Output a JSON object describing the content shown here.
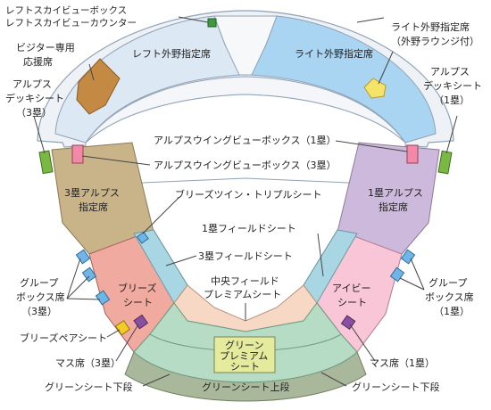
{
  "colors": {
    "outfield_left": "#dce8f3",
    "outfield_right": "#a9d4f2",
    "upper_ring": "#eef1f6",
    "alps_3b": "#c9b48a",
    "alps_1b": "#cdb9dc",
    "breeze": "#f1aaa0",
    "ivy": "#f8c6d6",
    "field_strip": "#a8d6e2",
    "premium_field": "#f6d8c4",
    "green_lower": "#b6dcc5",
    "green_upper": "#a9b79b",
    "green_premium": "#e4eb9d",
    "visitor": "#c48a44",
    "right_lounge": "#f6e46a",
    "box_pink": "#f08aa8",
    "box_blue": "#6fb5e8",
    "box_purple": "#8a4fa0",
    "box_yellow": "#f2cc22",
    "deck_green": "#79b943"
  },
  "labels": {
    "left_skyview_box": "レフトスカイビューボックス",
    "left_skyview_counter": "レフトスカイビューカウンター",
    "left_outfield": "レフト外野指定席",
    "right_outfield": "ライト外野指定席",
    "right_lounge_line1": "ライト外野指定席",
    "right_lounge_line2": "（外野ラウンジ付）",
    "visitor_line1": "ビジター専用",
    "visitor_line2": "応援席",
    "alps_deck_3b_line1": "アルプス",
    "alps_deck_3b_line2": "デッキシート",
    "alps_deck_3b_line3": "（3塁）",
    "alps_deck_1b_line1": "アルプス",
    "alps_deck_1b_line2": "デッキシート",
    "alps_deck_1b_line3": "（1塁）",
    "wing_box_1b": "アルプスウイングビューボックス（1塁）",
    "wing_box_3b": "アルプスウイングビューボックス（3塁）",
    "alps_3b_line1": "3塁アルプス",
    "alps_3b_line2": "指定席",
    "alps_1b_line1": "1塁アルプス",
    "alps_1b_line2": "指定席",
    "breeze_twin_triple": "ブリーズツイン・トリプルシート",
    "field_1b": "1塁フィールドシート",
    "field_3b": "3塁フィールドシート",
    "premium_field_line1": "中央フィールド",
    "premium_field_line2": "プレミアムシート",
    "breeze_line1": "ブリーズ",
    "breeze_line2": "シート",
    "ivy_line1": "アイビー",
    "ivy_line2": "シート",
    "group_3b_line1": "グループ",
    "group_3b_line2": "ボックス席",
    "group_3b_line3": "（3塁）",
    "group_1b_line1": "グループ",
    "group_1b_line2": "ボックス席",
    "group_1b_line3": "（1塁）",
    "breeze_pair": "ブリーズペアシート",
    "masu_3b": "マス席（3塁）",
    "masu_1b": "マス席（1塁）",
    "green_premium_line1": "グリーン",
    "green_premium_line2": "プレミアム",
    "green_premium_line3": "シート",
    "green_lower_left": "グリーンシート下段",
    "green_lower_right": "グリーンシート下段",
    "green_upper": "グリーンシート上段"
  }
}
